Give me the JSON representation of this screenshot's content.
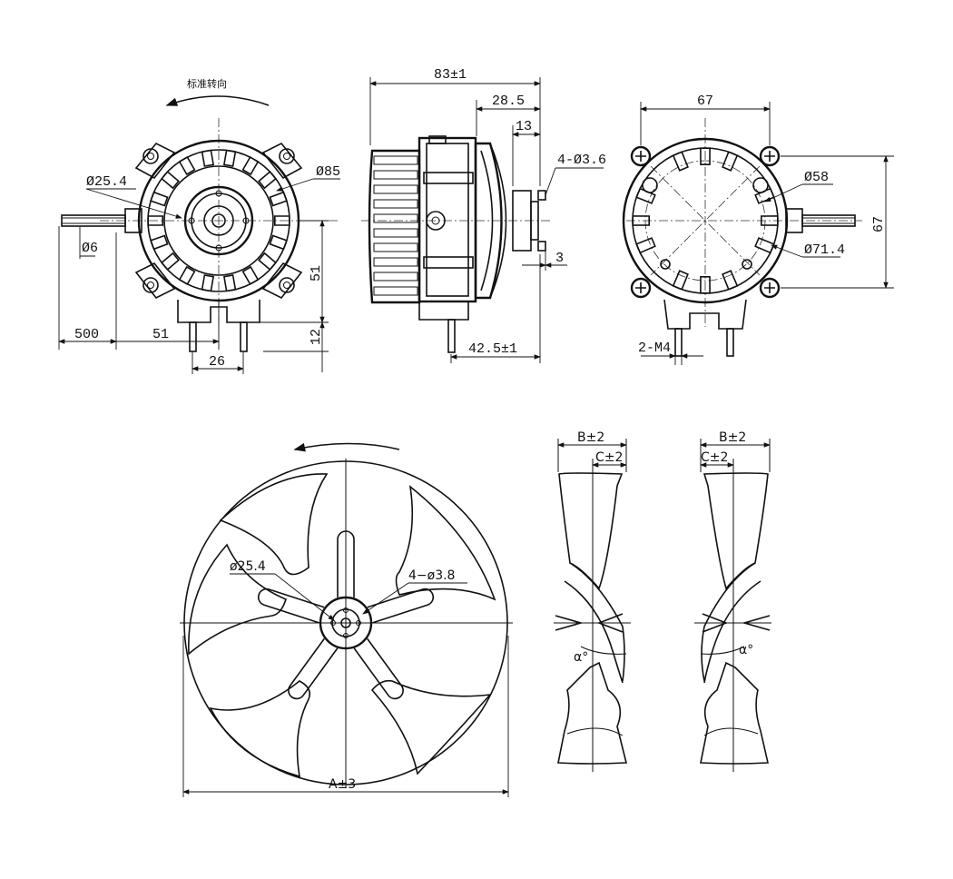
{
  "views": {
    "front": {
      "rotation_label": "标准转向",
      "dims": {
        "hub_diameter": "Ø25.4",
        "body_diameter": "Ø85",
        "shaft_diameter": "Ø6",
        "lead_length": "500",
        "shaft_offset": "51",
        "terminal_pitch": "26",
        "height_to_center": "51",
        "terminal_height": "12"
      }
    },
    "side": {
      "dims": {
        "overall_length": "83±1",
        "rear_length": "28.5",
        "flange_length": "13",
        "mount_holes": "4-Ø3.6",
        "flange_step": "3",
        "front_length": "42.5±1"
      }
    },
    "rear": {
      "dims": {
        "width": "67",
        "height": "67",
        "inner_circle": "Ø58",
        "bolt_circle": "Ø71.4",
        "threads": "2-M4"
      }
    },
    "fan": {
      "dims": {
        "hub_diameter": "ø25.4",
        "mount_holes": "4−ø3.8",
        "diameter": "A±3"
      }
    },
    "fan_side_left": {
      "width": "B±2",
      "offset": "C±2",
      "angle": "α°"
    },
    "fan_side_right": {
      "width": "B±2",
      "offset": "C±2",
      "angle": "α°"
    }
  }
}
